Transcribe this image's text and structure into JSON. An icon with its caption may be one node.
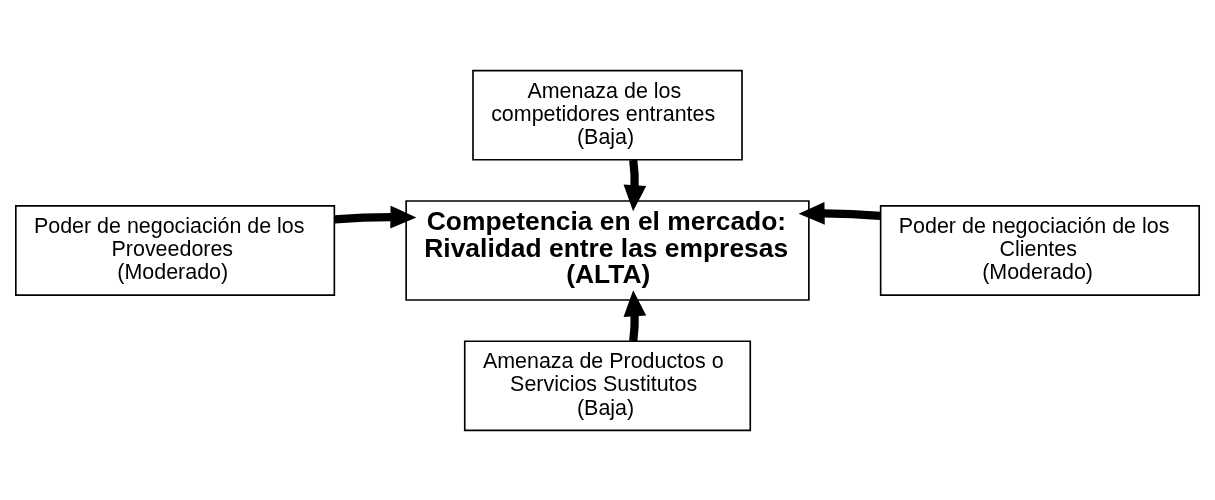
{
  "diagram": {
    "nodes": [
      {
        "text": [
          "Amenaza de los competidores entrantes",
          "(Baja)"
        ]
      },
      {
        "text": [
          "Poder de negociación de los Proveedores",
          "(Moderado)"
        ]
      },
      {
        "text": [
          "Competencia en el mercado: Rivalidad entre las empresas (ALTA)"
        ]
      },
      {
        "text": [
          "Poder de negociación de los Clientes",
          "(Moderado)"
        ]
      },
      {
        "text": [
          "Amenaza de Productos o Servicios Sustitutos",
          "(Baja)"
        ]
      }
    ],
    "edges": [
      {
        "from": 0,
        "to": 2,
        "arrow": "to"
      },
      {
        "from": 1,
        "to": 2,
        "arrow": "to"
      },
      {
        "from": 3,
        "to": 2,
        "arrow": "to"
      },
      {
        "from": 4,
        "to": 2,
        "arrow": "to"
      }
    ]
  }
}
